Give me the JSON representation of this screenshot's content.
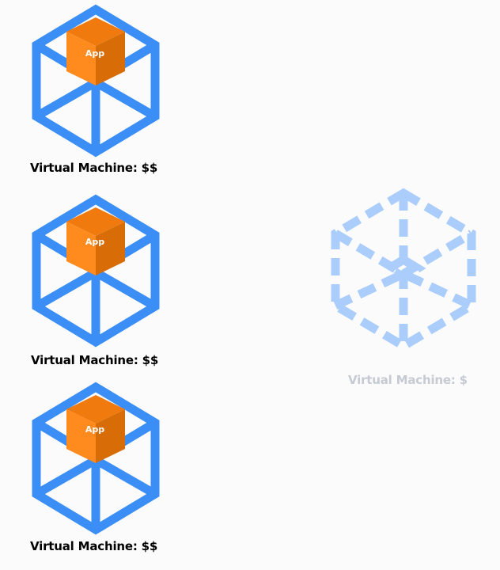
{
  "colors": {
    "cube_blue": "#3a8ef5",
    "cube_blue_faded": "#aacdfb",
    "app_front": "#ff8a1e",
    "app_side": "#d86d08",
    "app_top": "#f07a0e",
    "label_dark": "#000000",
    "label_faded": "#c6cad2"
  },
  "icons": {
    "vm": "cube-wireframe-icon",
    "app": "app-cube-icon",
    "provisioning_vm": "dashed-cube-wireframe-icon"
  },
  "vms": [
    {
      "app_label": "App",
      "label": "Virtual Machine: $$"
    },
    {
      "app_label": "App",
      "label": "Virtual Machine: $$"
    },
    {
      "app_label": "App",
      "label": "Virtual Machine: $$"
    }
  ],
  "faded_vm": {
    "label": "Virtual Machine: $"
  }
}
